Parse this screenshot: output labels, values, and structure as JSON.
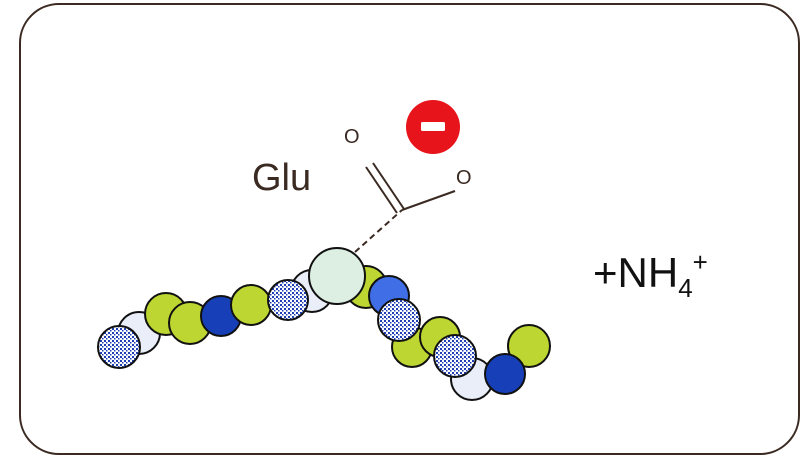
{
  "labels": {
    "residue": "Glu",
    "oxygen_top": "O",
    "oxygen_right": "O",
    "charge": "-",
    "ammonium_prefix": "+NH",
    "ammonium_subscript": "4",
    "ammonium_superscript": "+"
  },
  "colors": {
    "frame": "#3a2a22",
    "lime": "#bdd631",
    "navy": "#1740b8",
    "royal_blue": "#3f6ee6",
    "pale": "#eaeef8",
    "glu_bead": "#dcefe2",
    "dotted_fill": "#1f3fb4",
    "charge": "#e8141b"
  },
  "icons": {
    "charge": "minus-circle-icon",
    "bead": "circle-icon",
    "dotted_bead": "dotted-circle-icon"
  }
}
